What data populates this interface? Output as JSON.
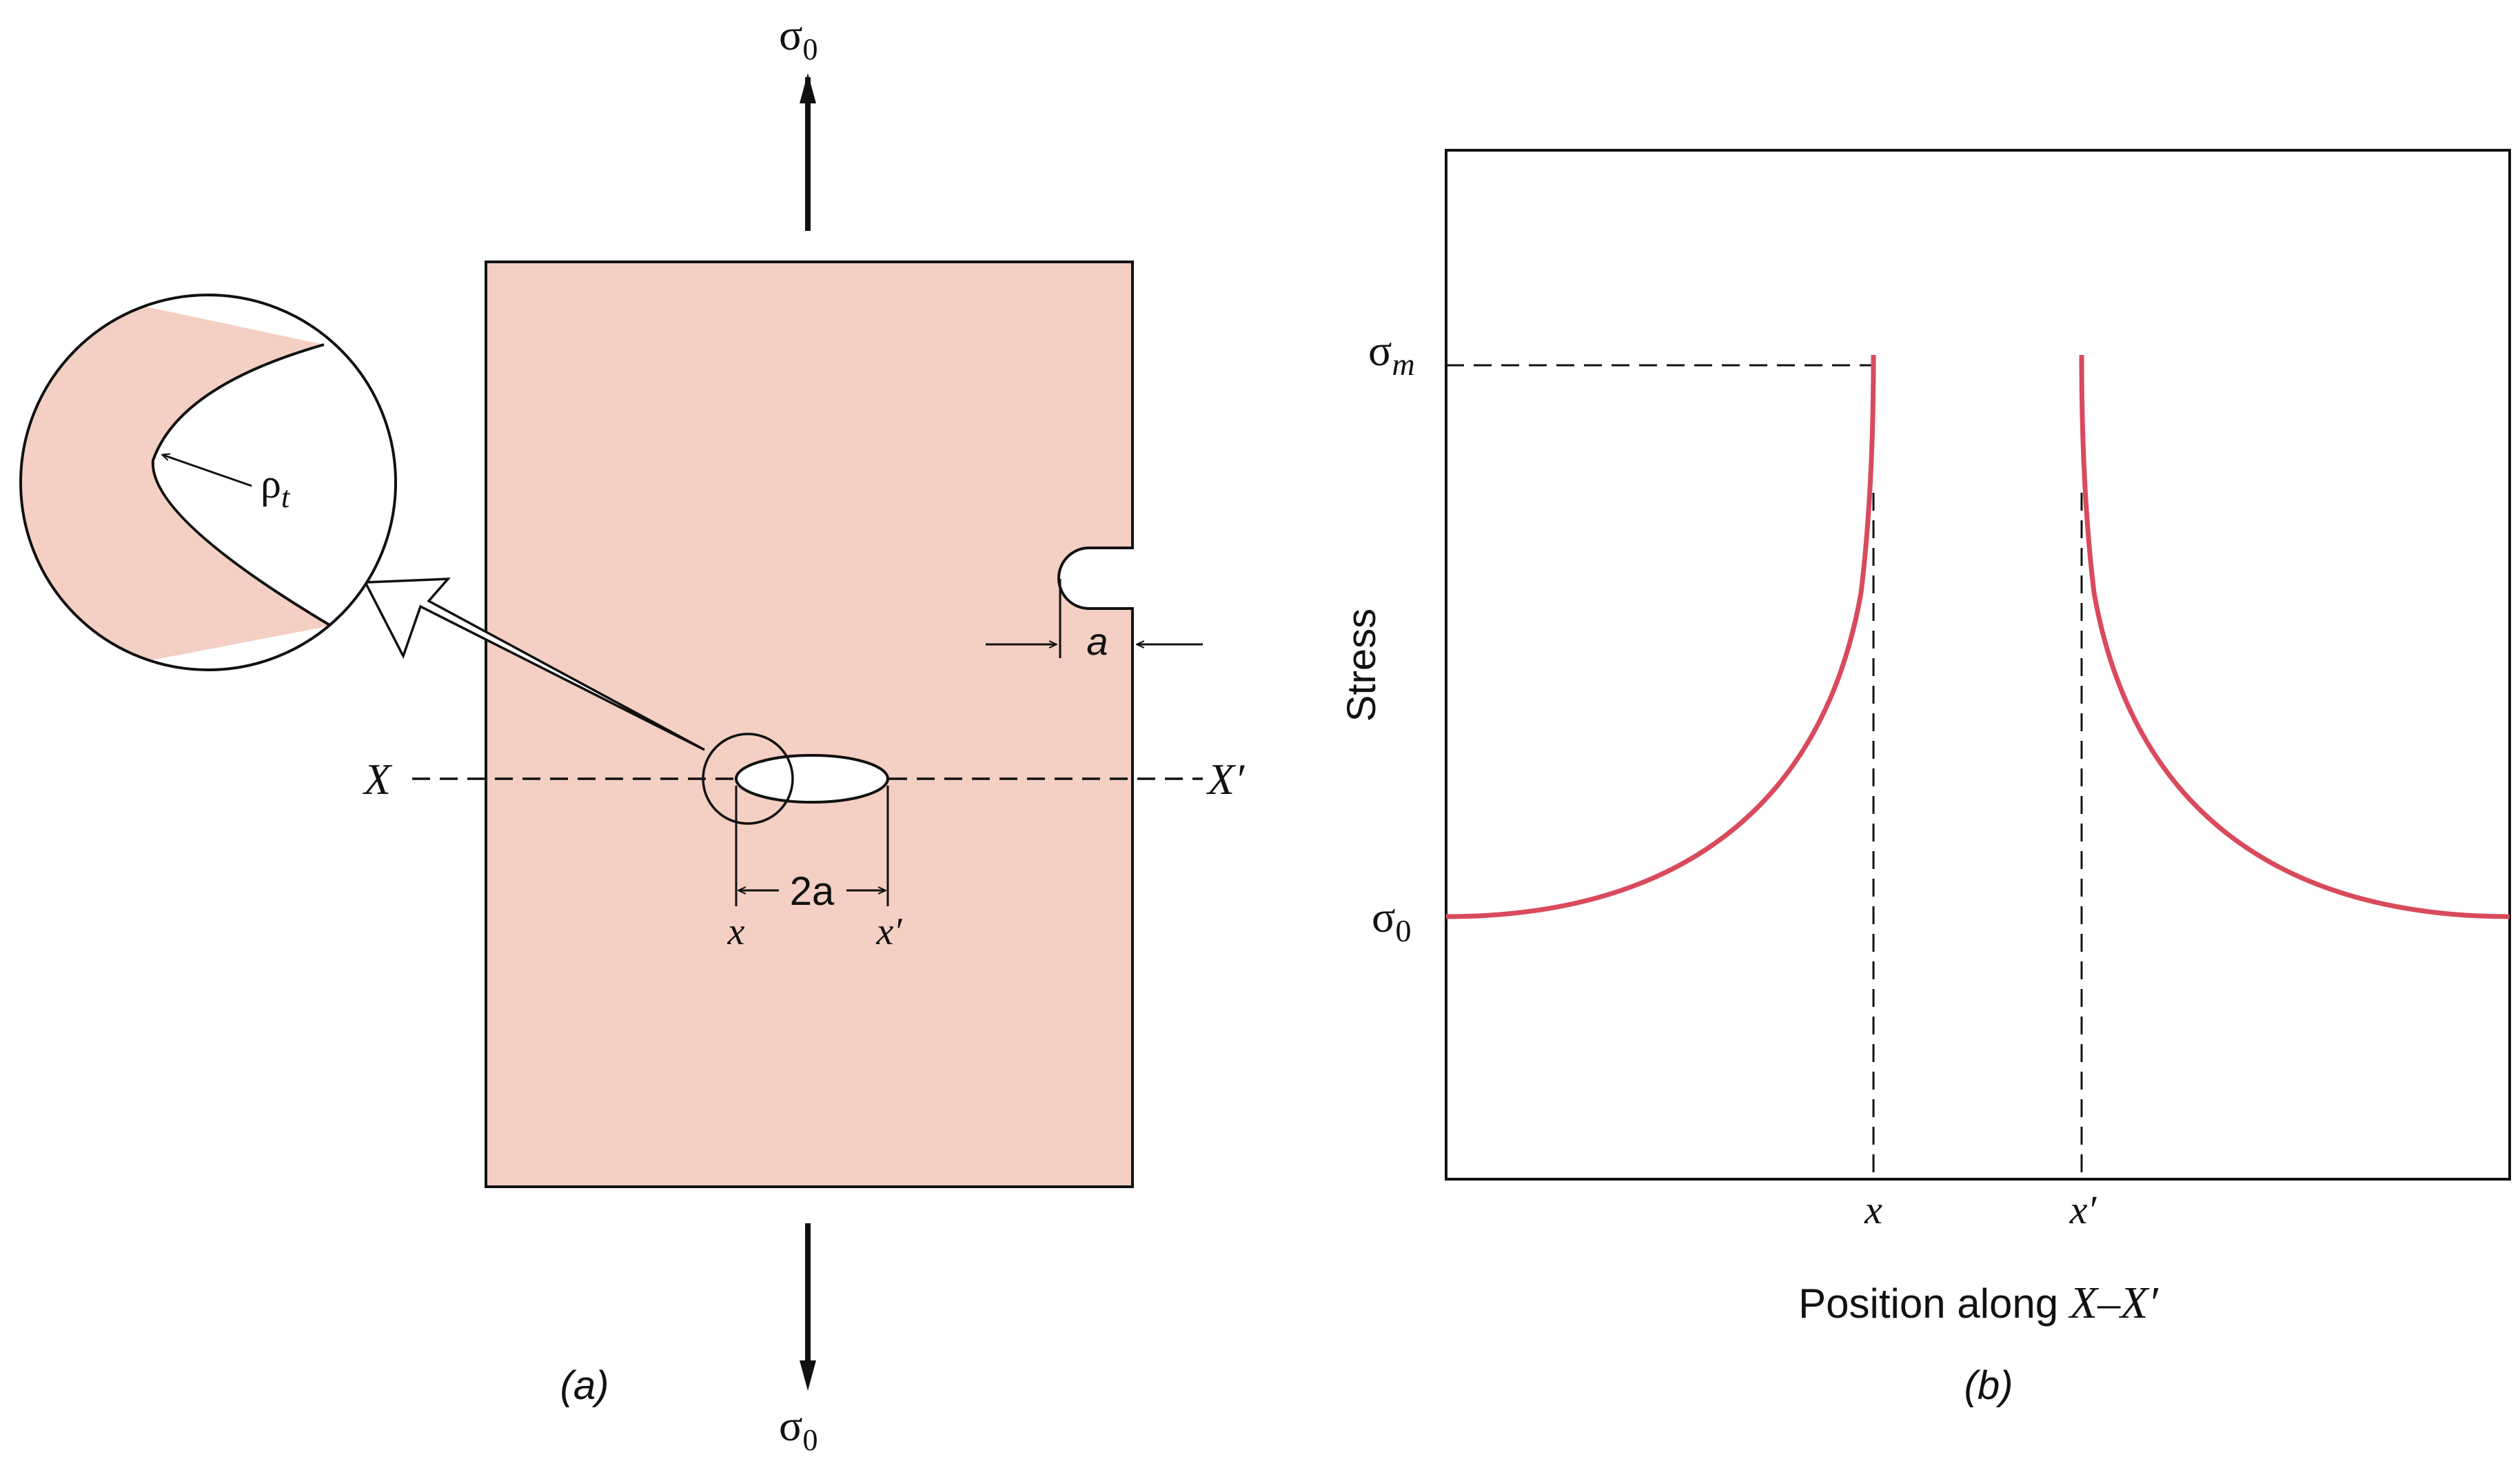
{
  "colors": {
    "specimen_fill": "#f4cfc3",
    "curve": "#d94a5c",
    "line": "#111111"
  },
  "panel_a": {
    "caption": "(a)",
    "stress_top_symbol": "σ",
    "stress_top_subscript": "0",
    "stress_bottom_symbol": "σ",
    "stress_bottom_subscript": "0",
    "axis_left_label": "X",
    "axis_right_label": "X′",
    "crack_length_label": "2a",
    "crack_left_label": "x",
    "crack_right_label": "x′",
    "edge_crack_label": "a",
    "radius_symbol": "ρ",
    "radius_subscript": "t"
  },
  "panel_b": {
    "caption": "(b)",
    "y_axis_label": "Stress",
    "x_axis_label_text": "Position along ",
    "x_axis_label_var": "X–X′",
    "sigma_m_symbol": "σ",
    "sigma_m_subscript": "m",
    "sigma_0_symbol": "σ",
    "sigma_0_subscript": "0",
    "tick_x": "x",
    "tick_x_prime": "x′"
  }
}
